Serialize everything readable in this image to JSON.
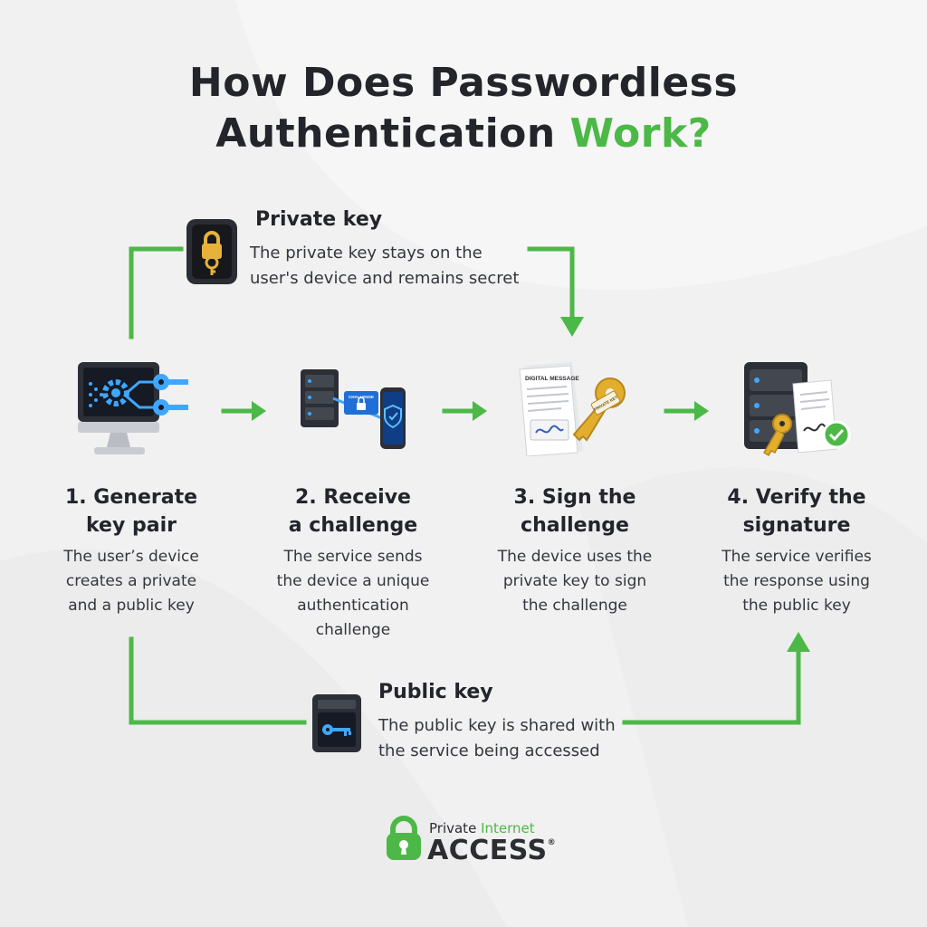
{
  "header": {
    "title_line1": "How Does Passwordless",
    "title_line2_main": "Authentication ",
    "title_line2_accent": "Work?"
  },
  "private_key": {
    "title": "Private key",
    "line1": "The private key stays on the",
    "line2": "user's device and remains secret"
  },
  "public_key": {
    "title": "Public key",
    "line1": "The public key is shared with",
    "line2": "the service being accessed"
  },
  "steps": [
    {
      "title1": "1. Generate",
      "title2": "key pair",
      "desc": [
        "The user’s device",
        "creates a private",
        "and a public key"
      ]
    },
    {
      "title1": "2. Receive",
      "title2": "a challenge",
      "desc": [
        "The service sends",
        "the device a unique",
        "authentication",
        "challenge"
      ]
    },
    {
      "title1": "3. Sign the",
      "title2": "challenge",
      "desc": [
        "The device uses the",
        "private key to sign",
        "the challenge"
      ]
    },
    {
      "title1": "4. Verify the",
      "title2": "signature",
      "desc": [
        "The service verifies",
        "the response using",
        "the public key"
      ]
    }
  ],
  "illustrations": {
    "challenge_label": "CHALLENGE",
    "document_label": "DIGITAL MESSAGE",
    "key_tag": "PRIVATE KEY"
  },
  "logo": {
    "line1_main": "Private ",
    "line1_accent": "Internet",
    "line2": "ACCESS",
    "mark": "®"
  },
  "colors": {
    "accent": "#4cb847",
    "text": "#23252b",
    "background": "#f1f1f1"
  }
}
